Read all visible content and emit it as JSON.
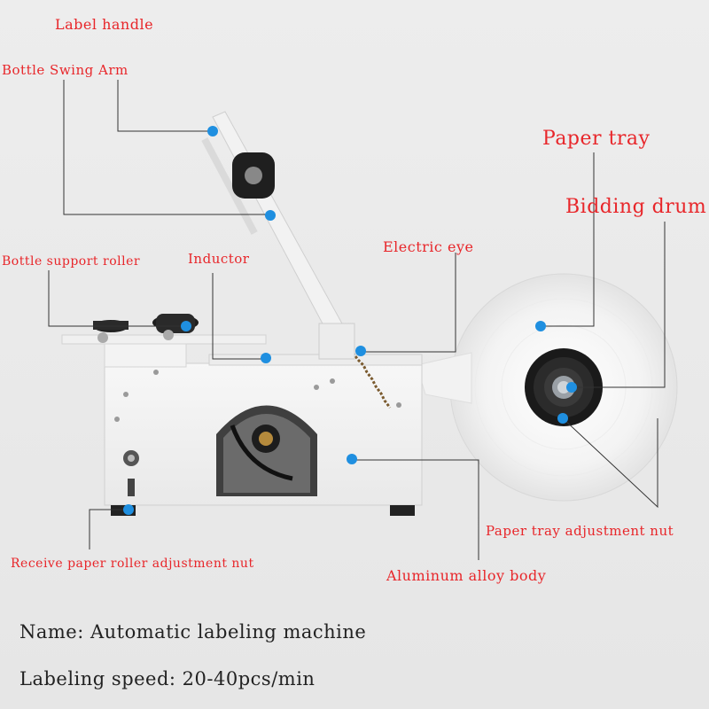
{
  "labels": {
    "label_handle": "Label handle",
    "bottle_swing_arm": "Bottle Swing Arm",
    "paper_tray": "Paper tray",
    "bidding_drum": "Bidding drum",
    "bottle_support_roller": "Bottle support roller",
    "inductor": "Inductor",
    "electric_eye": "Electric eye",
    "paper_tray_adjustment_nut": "Paper tray adjustment nut",
    "receive_paper_roller_adjustment_nut": "Receive paper roller adjustment nut",
    "aluminum_alloy_body": "Aluminum alloy body"
  },
  "specs": {
    "name": "Name: Automatic labeling machine",
    "speed": "Labeling speed: 20-40pcs/min"
  },
  "colors": {
    "label_text": "#e8262a",
    "marker": "#1f8fe0",
    "leader_line": "#333333",
    "spec_text": "#222222"
  }
}
